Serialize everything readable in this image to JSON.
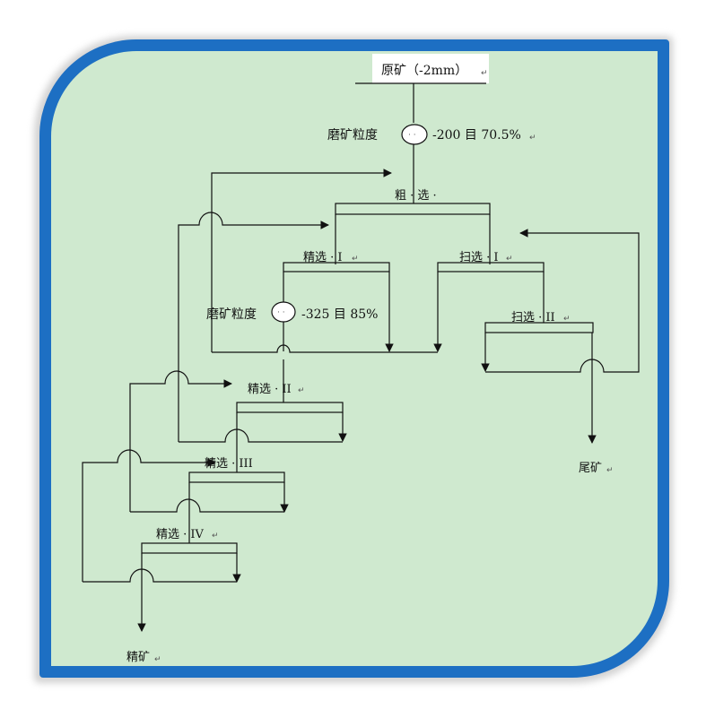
{
  "feed": {
    "label": "原矿（-2mm）"
  },
  "grinding": [
    {
      "prefix": "磨矿粒度",
      "suffix": "-200 目 70.5%"
    },
    {
      "prefix": "磨矿粒度",
      "suffix": "-325 目 85%"
    }
  ],
  "stages": {
    "rougher": "粗 · 选 ·",
    "cleaner_1": "精选 · I",
    "cleaner_2": "精选 · II",
    "cleaner_3": "精选 · III",
    "cleaner_4": "精选 · IV",
    "scavenger_1": "扫选 · I",
    "scavenger_2": "扫选 · II"
  },
  "products": {
    "concentrate": "精矿",
    "tailings": "尾矿"
  },
  "paragraph_mark": "↵",
  "colors": {
    "frame_border": "#1d6fc3",
    "frame_fill": "#cfe9cf",
    "line": "#111111"
  }
}
